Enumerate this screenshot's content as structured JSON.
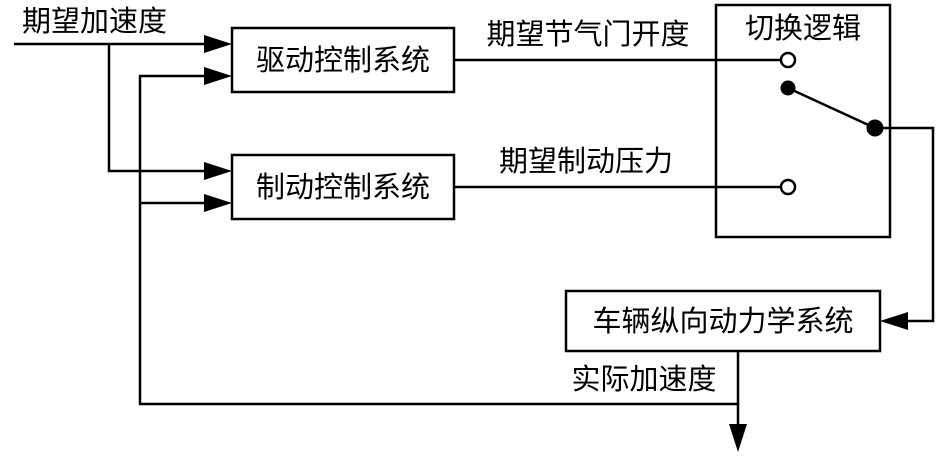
{
  "inputs": {
    "desired_acceleration": "期望加速度"
  },
  "blocks": {
    "drive_control": "驱动控制系统",
    "brake_control": "制动控制系统",
    "switch_logic": "切换逻辑",
    "vehicle_dynamics": "车辆纵向动力学系统"
  },
  "signals": {
    "desired_throttle": "期望节气门开度",
    "desired_brake_pressure": "期望制动压力",
    "actual_acceleration": "实际加速度"
  }
}
